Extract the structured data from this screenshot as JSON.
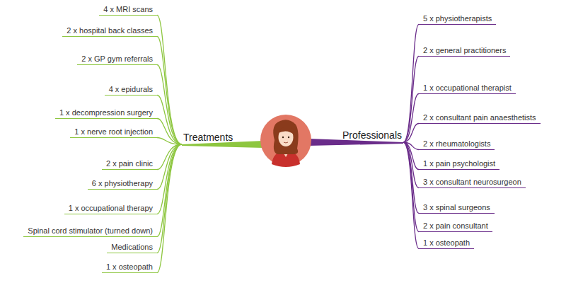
{
  "diagram": {
    "nodes": [
      {
        "text": [
          "Treatments"
        ]
      },
      {
        "text": [
          "Professionals"
        ]
      },
      {
        "text": [
          "4 x MRI scans"
        ]
      },
      {
        "text": [
          "2 x hospital back classes"
        ]
      },
      {
        "text": [
          "2 x GP gym referrals"
        ]
      },
      {
        "text": [
          "4 x epidurals"
        ]
      },
      {
        "text": [
          "1 x decompression surgery"
        ]
      },
      {
        "text": [
          "1 x nerve root injection"
        ]
      },
      {
        "text": [
          "2 x pain clinic"
        ]
      },
      {
        "text": [
          "6 x physiotherapy"
        ]
      },
      {
        "text": [
          "1 x occupational therapy"
        ]
      },
      {
        "text": [
          "Spinal cord stimulator (turned down)"
        ]
      },
      {
        "text": [
          "Medications"
        ]
      },
      {
        "text": [
          "1 x osteopath"
        ]
      },
      {
        "text": [
          "5 x physiotherapists"
        ]
      },
      {
        "text": [
          "2 x general practitioners"
        ]
      },
      {
        "text": [
          "1 x occupational therapist"
        ]
      },
      {
        "text": [
          "2 x consultant pain anaesthetists"
        ]
      },
      {
        "text": [
          "2 x rheumatologists"
        ]
      },
      {
        "text": [
          "1 x pain psychologist"
        ]
      },
      {
        "text": [
          "3 x consultant neurosurgeon"
        ]
      },
      {
        "text": [
          "3 x spinal surgeons"
        ]
      },
      {
        "text": [
          "2 x pain consultant"
        ]
      },
      {
        "text": [
          "1 x osteopath"
        ]
      }
    ],
    "edges": [
      {
        "from": 0,
        "to": 2,
        "arrow": "none"
      },
      {
        "from": 0,
        "to": 3,
        "arrow": "none"
      },
      {
        "from": 0,
        "to": 4,
        "arrow": "none"
      },
      {
        "from": 0,
        "to": 5,
        "arrow": "none"
      },
      {
        "from": 0,
        "to": 6,
        "arrow": "none"
      },
      {
        "from": 0,
        "to": 7,
        "arrow": "none"
      },
      {
        "from": 0,
        "to": 8,
        "arrow": "none"
      },
      {
        "from": 0,
        "to": 9,
        "arrow": "none"
      },
      {
        "from": 0,
        "to": 10,
        "arrow": "none"
      },
      {
        "from": 0,
        "to": 11,
        "arrow": "none"
      },
      {
        "from": 0,
        "to": 12,
        "arrow": "none"
      },
      {
        "from": 0,
        "to": 13,
        "arrow": "none"
      },
      {
        "from": 1,
        "to": 14,
        "arrow": "none"
      },
      {
        "from": 1,
        "to": 15,
        "arrow": "none"
      },
      {
        "from": 1,
        "to": 16,
        "arrow": "none"
      },
      {
        "from": 1,
        "to": 17,
        "arrow": "none"
      },
      {
        "from": 1,
        "to": 18,
        "arrow": "none"
      },
      {
        "from": 1,
        "to": 19,
        "arrow": "none"
      },
      {
        "from": 1,
        "to": 20,
        "arrow": "none"
      },
      {
        "from": 1,
        "to": 21,
        "arrow": "none"
      },
      {
        "from": 1,
        "to": 22,
        "arrow": "none"
      },
      {
        "from": 1,
        "to": 23,
        "arrow": "none"
      }
    ]
  }
}
